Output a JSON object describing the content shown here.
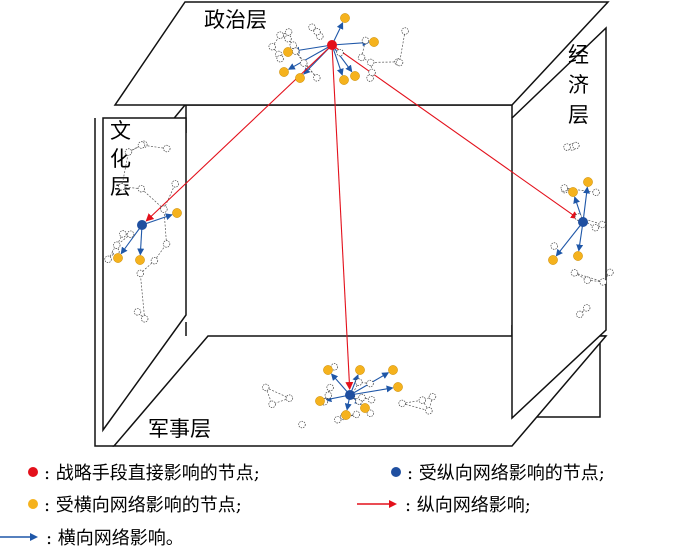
{
  "layers": {
    "political": "政治层",
    "economic": [
      "经",
      "济",
      "层"
    ],
    "cultural": [
      "文",
      "化",
      "层"
    ],
    "military": "军事层"
  },
  "legend": {
    "strategy_node": ": 战略手段直接影响的节点;",
    "vertical_node": ": 受纵向网络影响的节点;",
    "horizontal_node": ": 受横向网络影响的节点;",
    "vertical_influence": ": 纵向网络影响;",
    "horizontal_influence": ": 横向网络影响。"
  },
  "colors": {
    "strategy": "#e3101b",
    "vertical": "#1f4fa0",
    "horizontal": "#f5b21d",
    "vertical_arrow": "#e3101b",
    "horizontal_arrow": "#1f57a8"
  }
}
